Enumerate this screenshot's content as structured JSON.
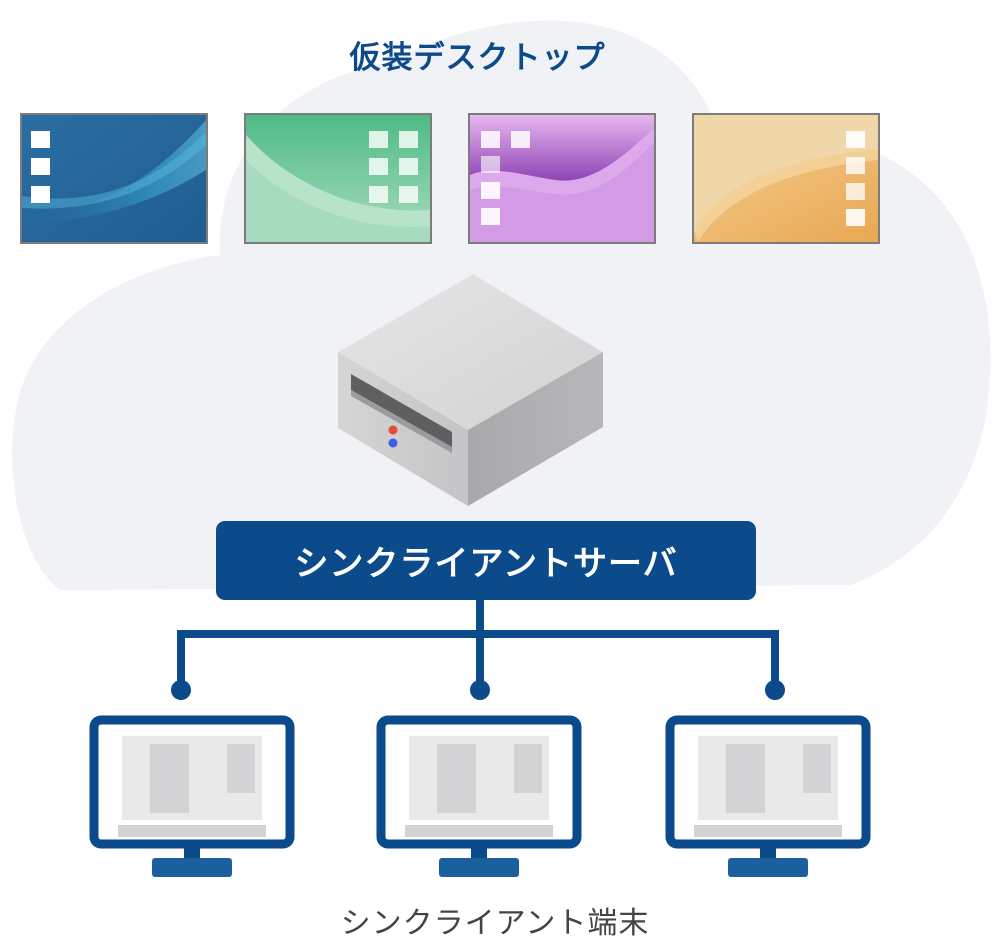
{
  "diagram": {
    "title": "仮装デスクトップ",
    "server_label": "シンクライアントサーバ",
    "client_label": "シンクライアント端末",
    "desktops": [
      {
        "theme": "blue",
        "base": "#2a6fa3",
        "accent": "#3aa4cf",
        "icon_columns": 1,
        "icon_rows": 3
      },
      {
        "theme": "green",
        "base": "#a8dcbf",
        "accent": "#4fbf86",
        "icon_columns": 2,
        "icon_rows": 3
      },
      {
        "theme": "purple",
        "base": "#d49be6",
        "accent": "#8c3fb2",
        "icon_columns": 2,
        "icon_rows": 4
      },
      {
        "theme": "orange",
        "base": "#efd7a9",
        "accent": "#ecac58",
        "icon_columns": 1,
        "icon_rows": 4
      }
    ],
    "colors": {
      "cloud": "#f1f2f5",
      "navy": "#0b4a8b",
      "client_screen": "#e9e9ea",
      "client_panel": "#d3d3d5"
    }
  }
}
